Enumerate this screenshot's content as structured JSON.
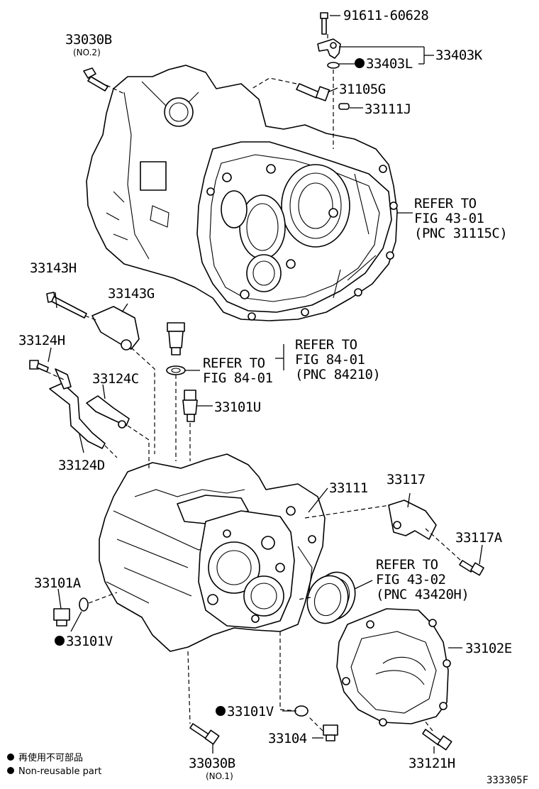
{
  "parts": {
    "p91611": "91611-60628",
    "p33403K": "33403K",
    "p33403L": "33403L",
    "p33030B_top": "33030B",
    "p33030B_top_note": "(NO.2)",
    "p31105G": "31105G",
    "p33111J": "33111J",
    "p33143H": "33143H",
    "p33143G": "33143G",
    "p33124H": "33124H",
    "p33124C": "33124C",
    "p33124D": "33124D",
    "p33101U": "33101U",
    "p33111": "33111",
    "p33117": "33117",
    "p33117A": "33117A",
    "p33101A": "33101A",
    "p33101V_left": "33101V",
    "p33102E": "33102E",
    "p33101V_bottom": "33101V",
    "p33104": "33104",
    "p33030B_bottom": "33030B",
    "p33030B_bottom_note": "(NO.1)",
    "p33121H": "33121H"
  },
  "refs": {
    "ref1": [
      "REFER TO",
      "FIG 43-01",
      "(PNC 31115C)"
    ],
    "ref2": [
      "REFER TO",
      "FIG 84-01",
      "(PNC 84210)"
    ],
    "ref3": [
      "REFER TO",
      "FIG 84-01"
    ],
    "ref4": [
      "REFER TO",
      "FIG 43-02",
      "(PNC 43420H)"
    ]
  },
  "legend": {
    "jp": "再使用不可部品",
    "en": "Non-reusable part"
  },
  "figure_code": "333305F"
}
